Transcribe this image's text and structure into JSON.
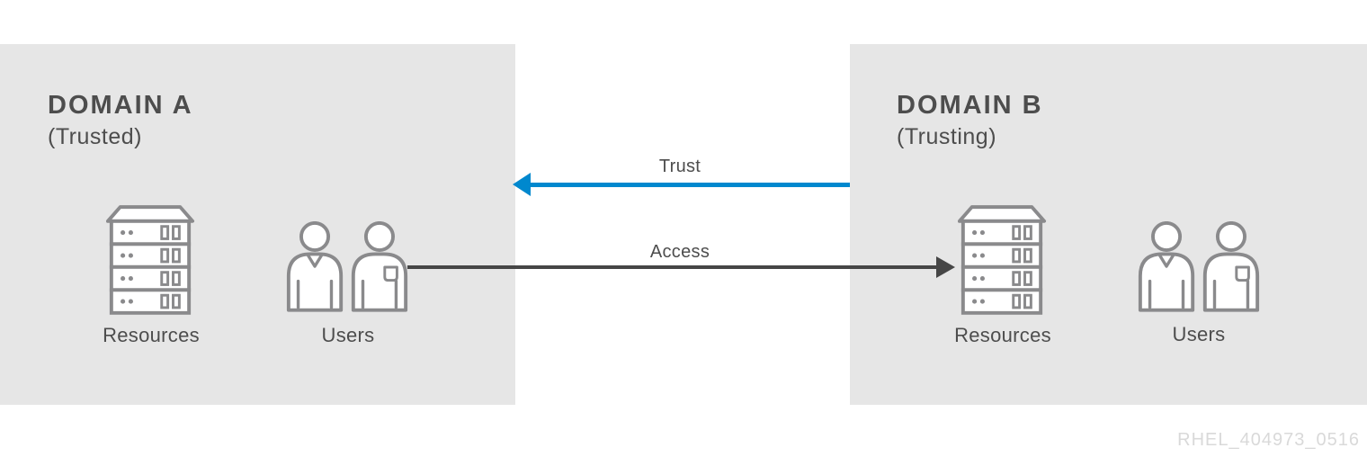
{
  "diagram": {
    "title_context": "Cross-domain trust diagram",
    "watermark": "RHEL_404973_0516",
    "colors": {
      "box_background": "#e6e6e6",
      "icon_stroke": "#8a8a8c",
      "text": "#4d4d4d",
      "trust_arrow": "#0088ce",
      "access_arrow": "#464646",
      "watermark": "#d9d9d9"
    },
    "domain_a": {
      "title": "DOMAIN A",
      "subtitle": "(Trusted)",
      "resources_label": "Resources",
      "users_label": "Users"
    },
    "domain_b": {
      "title": "DOMAIN B",
      "subtitle": "(Trusting)",
      "resources_label": "Resources",
      "users_label": "Users"
    },
    "arrows": {
      "trust": {
        "label": "Trust",
        "direction": "right-to-left",
        "from": "domain_b",
        "to": "domain_a",
        "color": "#0088ce"
      },
      "access": {
        "label": "Access",
        "direction": "left-to-right",
        "from": "domain_a_users",
        "to": "domain_b_resources",
        "color": "#464646"
      }
    }
  }
}
